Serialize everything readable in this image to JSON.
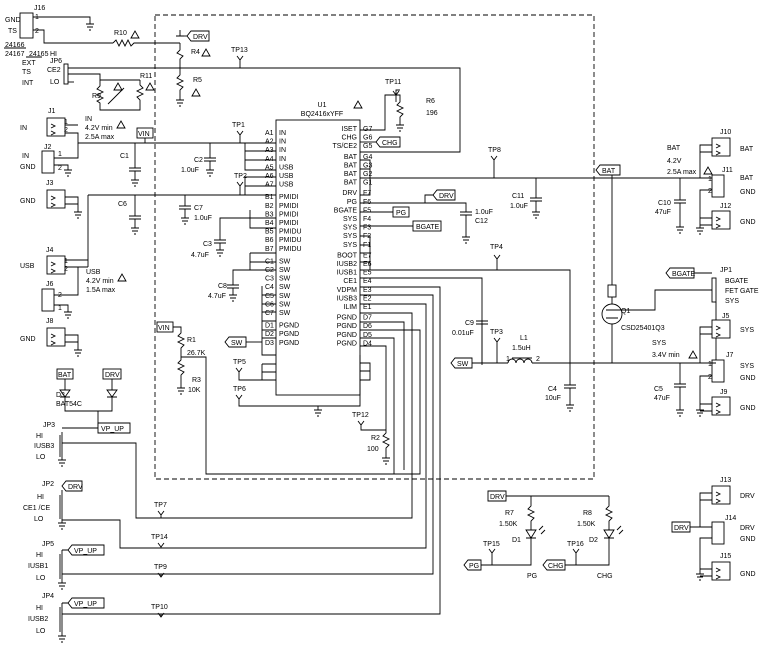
{
  "connectors": {
    "J16": {
      "ref": "J16",
      "pins": [
        "GND",
        "TS"
      ]
    },
    "J1": {
      "ref": "J1",
      "pins": [
        "IN",
        "IN"
      ]
    },
    "J2": {
      "ref": "J2",
      "pins": [
        "IN",
        "GND"
      ]
    },
    "J3": {
      "ref": "J3",
      "pins": [
        "GND"
      ]
    },
    "J4": {
      "ref": "J4",
      "pins": [
        "USB"
      ]
    },
    "J6": {
      "ref": "J6"
    },
    "J8": {
      "ref": "J8",
      "pins": [
        "GND"
      ]
    },
    "J10": {
      "ref": "J10",
      "pins": [
        "BAT"
      ]
    },
    "J11": {
      "ref": "J11",
      "pins": [
        "BAT",
        "GND"
      ]
    },
    "J12": {
      "ref": "J12",
      "pins": [
        "GND"
      ]
    },
    "J5": {
      "ref": "J5",
      "pins": [
        "SYS"
      ]
    },
    "J7": {
      "ref": "J7",
      "pins": [
        "SYS",
        "GND"
      ]
    },
    "J9": {
      "ref": "J9",
      "pins": [
        "GND"
      ]
    },
    "J13": {
      "ref": "J13",
      "pins": [
        "DRV"
      ]
    },
    "J14": {
      "ref": "J14",
      "pins": [
        "DRV",
        "GND"
      ]
    },
    "J15": {
      "ref": "J15",
      "pins": [
        "GND"
      ]
    }
  },
  "jp6": {
    "ref": "JP6",
    "part_a": "24166",
    "part_b": "24167",
    "part_c": "24165",
    "labels": [
      "EXT",
      "TS",
      "INT"
    ],
    "pins": [
      "HI",
      "CE2",
      "LO"
    ]
  },
  "jumpers": {
    "JP1": {
      "ref": "JP1",
      "labels": [
        "BGATE",
        "FET GATE",
        "SYS"
      ]
    },
    "JP2": {
      "ref": "JP2",
      "hi": "HI",
      "mid": "CE1 /CE",
      "lo": "LO"
    },
    "JP3": {
      "ref": "JP3",
      "hi": "HI",
      "mid": "IUSB3",
      "lo": "LO"
    },
    "JP4": {
      "ref": "JP4",
      "hi": "HI",
      "mid": "IUSB2",
      "lo": "LO"
    },
    "JP5": {
      "ref": "JP5",
      "hi": "HI",
      "mid": "IUSB1",
      "lo": "LO"
    }
  },
  "ic": {
    "ref": "U1",
    "part": "BQ2416xYFF",
    "left_pins": [
      {
        "ball": "A1",
        "name": "IN"
      },
      {
        "ball": "A2",
        "name": "IN"
      },
      {
        "ball": "A3",
        "name": "IN"
      },
      {
        "ball": "A4",
        "name": "IN"
      },
      {
        "ball": "A5",
        "name": "USB"
      },
      {
        "ball": "A6",
        "name": "USB"
      },
      {
        "ball": "A7",
        "name": "USB"
      },
      {
        "ball": "B1",
        "name": "PMIDI"
      },
      {
        "ball": "B2",
        "name": "PMIDI"
      },
      {
        "ball": "B3",
        "name": "PMIDI"
      },
      {
        "ball": "B4",
        "name": "PMIDI"
      },
      {
        "ball": "B5",
        "name": "PMIDU"
      },
      {
        "ball": "B6",
        "name": "PMIDU"
      },
      {
        "ball": "B7",
        "name": "PMIDU"
      },
      {
        "ball": "C1",
        "name": "SW"
      },
      {
        "ball": "C2",
        "name": "SW"
      },
      {
        "ball": "C3",
        "name": "SW"
      },
      {
        "ball": "C4",
        "name": "SW"
      },
      {
        "ball": "C5",
        "name": "SW"
      },
      {
        "ball": "C6",
        "name": "SW"
      },
      {
        "ball": "C7",
        "name": "SW"
      },
      {
        "ball": "D1",
        "name": "PGND"
      },
      {
        "ball": "D2",
        "name": "PGND"
      },
      {
        "ball": "D3",
        "name": "PGND"
      }
    ],
    "right_pins": [
      {
        "ball": "G7",
        "name": "ISET"
      },
      {
        "ball": "G6",
        "name": "CHG"
      },
      {
        "ball": "G5",
        "name": "TS/CE2"
      },
      {
        "ball": "G4",
        "name": "BAT"
      },
      {
        "ball": "G3",
        "name": "BAT"
      },
      {
        "ball": "G2",
        "name": "BAT"
      },
      {
        "ball": "G1",
        "name": "BAT"
      },
      {
        "ball": "F7",
        "name": "DRV"
      },
      {
        "ball": "F6",
        "name": "PG"
      },
      {
        "ball": "F5",
        "name": "BGATE"
      },
      {
        "ball": "F4",
        "name": "SYS"
      },
      {
        "ball": "F3",
        "name": "SYS"
      },
      {
        "ball": "F2",
        "name": "SYS"
      },
      {
        "ball": "F1",
        "name": "SYS"
      },
      {
        "ball": "E7",
        "name": "BOOT"
      },
      {
        "ball": "E6",
        "name": "IUSB2"
      },
      {
        "ball": "E5",
        "name": "IUSB1"
      },
      {
        "ball": "E4",
        "name": "CE1"
      },
      {
        "ball": "E3",
        "name": "VDPM"
      },
      {
        "ball": "E2",
        "name": "IUSB3"
      },
      {
        "ball": "E1",
        "name": "ILIM"
      },
      {
        "ball": "D7",
        "name": "PGND"
      },
      {
        "ball": "D6",
        "name": "PGND"
      },
      {
        "ball": "D5",
        "name": "PGND"
      },
      {
        "ball": "D4",
        "name": "PGND"
      }
    ]
  },
  "components": {
    "R10": "R10",
    "R4": "R4",
    "R5": "R5",
    "R9": "R9",
    "R11": "R11",
    "R6": "R6",
    "R6_value": "196",
    "R1": "R1",
    "R1_value": "26.7K",
    "R3": "R3",
    "R3_value": "10K",
    "R2": "R2",
    "R2_value": "100",
    "R7": "R7",
    "R7_value": "1.50K",
    "R8": "R8",
    "R8_value": "1.50K",
    "C1": "C1",
    "C2": "C2",
    "C2_value": "1.0uF",
    "C6": "C6",
    "C7": "C7",
    "C7_value": "1.0uF",
    "C3": "C3",
    "C3_value": "4.7uF",
    "C8": "C8",
    "C8_value": "4.7uF",
    "C9": "C9",
    "C9_value": "0.01uF",
    "C4": "C4",
    "C4_value": "10uF",
    "C5": "C5",
    "C5_value": "47uF",
    "C10": "C10",
    "C10_value": "47uF",
    "C11": "C11",
    "C11_value": "1.0uF",
    "C12": "C12",
    "C12_value": "1.0uF",
    "L1": "L1",
    "L1_value": "1.5uH",
    "Q1": "Q1",
    "Q1_part": "CSD25401Q3",
    "D1": "D1",
    "D1_label": "PG",
    "D2": "D2",
    "D2_label": "CHG",
    "D3": "D3",
    "D3_part": "BAT54C"
  },
  "test_points": [
    "TP1",
    "TP2",
    "TP3",
    "TP4",
    "TP5",
    "TP6",
    "TP7",
    "TP8",
    "TP9",
    "TP10",
    "TP11",
    "TP12",
    "TP13",
    "TP14",
    "TP15",
    "TP16"
  ],
  "net_flags": {
    "drv": "DRV",
    "vin": "VIN",
    "bat": "BAT",
    "chg": "CHG",
    "pg": "PG",
    "bgate": "BGATE",
    "sw": "SW",
    "vp_up": "VP_UP"
  },
  "annotations": {
    "in_spec_1": "IN",
    "in_spec_2": "4.2V min",
    "in_spec_3": "2.5A max",
    "usb_spec_1": "USB",
    "usb_spec_2": "4.2V min",
    "usb_spec_3": "1.5A max",
    "bat_spec_1": "BAT",
    "bat_spec_2": "4.2V",
    "bat_spec_3": "2.5A max",
    "sys_spec_1": "SYS",
    "sys_spec_2": "3.4V min"
  },
  "pin_numbers": {
    "one": "1",
    "two": "2"
  }
}
